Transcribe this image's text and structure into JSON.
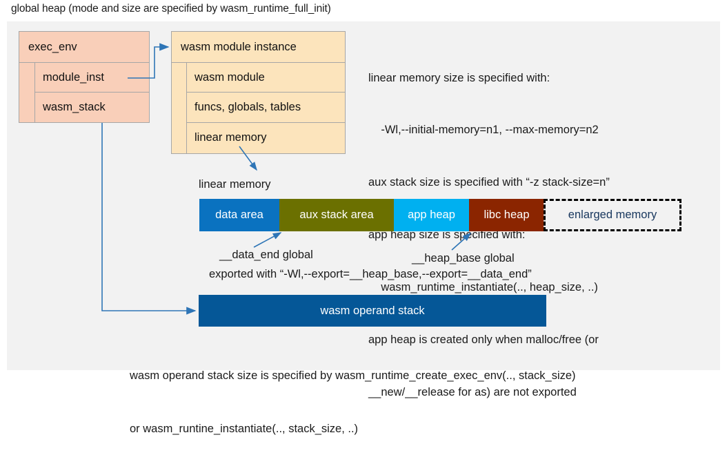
{
  "title": "global heap (mode and size are specified by wasm_runtime_full_init)",
  "colors": {
    "panel_bg": "#f2f2f2",
    "exec_env_fill": "#f9cfb9",
    "module_inst_fill": "#fce4bc",
    "box_border": "#a6a6a6",
    "connector": "#2e75b6",
    "data_area": "#0a72c0",
    "aux_stack_area": "#6b7000",
    "app_heap": "#00b0f0",
    "libc_heap": "#8b2500",
    "enlarged_memory_text": "#17365d",
    "operand_stack": "#055797"
  },
  "exec_env_box": {
    "header": "exec_env",
    "rows": [
      {
        "label": "module_inst"
      },
      {
        "label": "wasm_stack"
      }
    ]
  },
  "module_instance_box": {
    "header": "wasm module instance",
    "rows": [
      {
        "label": "wasm module"
      },
      {
        "label": "funcs, globals, tables"
      },
      {
        "label": "linear memory"
      }
    ]
  },
  "notes": {
    "lines": [
      "linear memory size is specified with:",
      "    -Wl,--initial-memory=n1, --max-memory=n2",
      "aux stack size is specified with “-z stack-size=n”",
      "app heap size is specified with:",
      "    wasm_runtime_instantiate(.., heap_size, ..)",
      "app heap is created only when malloc/free (or",
      "__new/__release for as) are not exported"
    ]
  },
  "linear_memory": {
    "label": "linear memory",
    "segments": [
      {
        "label": "data area",
        "color": "#0a72c0"
      },
      {
        "label": "aux stack area",
        "color": "#6b7000"
      },
      {
        "label": "app heap",
        "color": "#00b0f0"
      },
      {
        "label": "libc heap",
        "color": "#8b2500"
      },
      {
        "label": "enlarged memory",
        "color": "#f2f2f2"
      }
    ]
  },
  "annotations": {
    "data_end": "__data_end global",
    "heap_base": "__heap_base global",
    "exported_with": "exported with “-Wl,--export=__heap_base,--export=__data_end”"
  },
  "operand_stack": {
    "label": "wasm operand stack"
  },
  "bottom_notes": {
    "lines": [
      "wasm operand stack size is specified by wasm_runtime_create_exec_env(.., stack_size)",
      "or wasm_runtine_instantiate(.., stack_size, ..)"
    ]
  }
}
